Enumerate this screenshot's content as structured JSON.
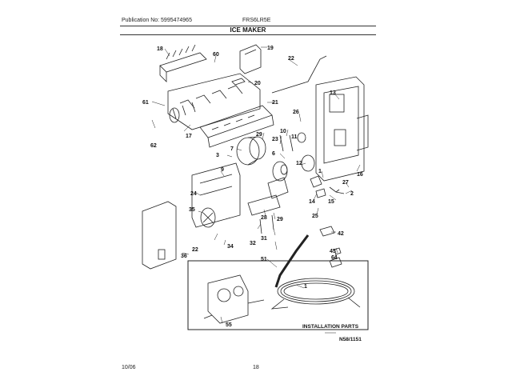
{
  "header": {
    "publication": "Publication No: 5995474965",
    "model": "FRS6LR5E",
    "title": "ICE MAKER"
  },
  "diagram": {
    "callouts": [
      "18",
      "60",
      "19",
      "22",
      "20",
      "61",
      "21",
      "17",
      "62",
      "13",
      "26",
      "10",
      "11",
      "29",
      "23",
      "7",
      "6",
      "16",
      "12",
      "27",
      "1",
      "9",
      "24",
      "3",
      "15",
      "2",
      "14",
      "25",
      "35",
      "29",
      "28",
      "32",
      "31",
      "36",
      "34",
      "22",
      "42",
      "51",
      "45",
      "64",
      "1",
      "55"
    ],
    "installation_label": "INSTALLATION PARTS",
    "ref": "N58/1151"
  },
  "footer": {
    "date": "10/06",
    "page": "18"
  }
}
